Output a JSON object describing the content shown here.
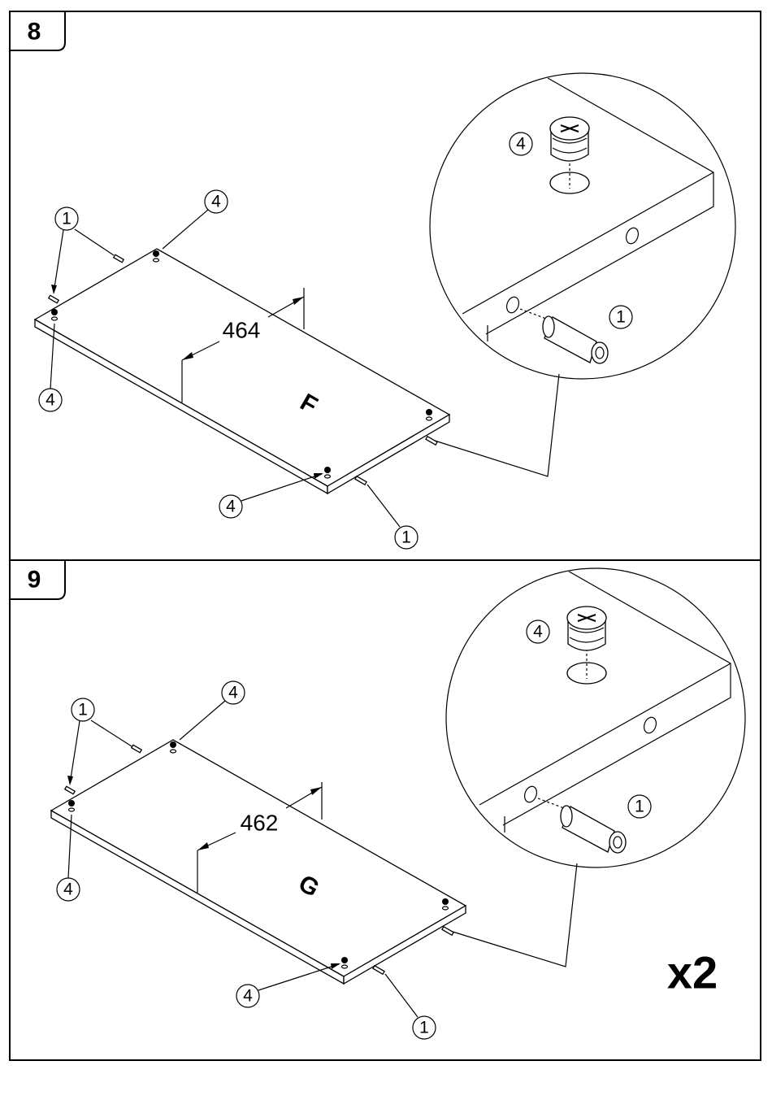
{
  "steps": [
    {
      "number": "8",
      "part_letter": "F",
      "dimension": "464",
      "callouts": [
        "1",
        "4",
        "4",
        "4",
        "1",
        "4",
        "1"
      ],
      "quantity": ""
    },
    {
      "number": "9",
      "part_letter": "G",
      "dimension": "462",
      "callouts": [
        "1",
        "4",
        "4",
        "4",
        "1",
        "4",
        "1"
      ],
      "quantity": "x2"
    }
  ]
}
